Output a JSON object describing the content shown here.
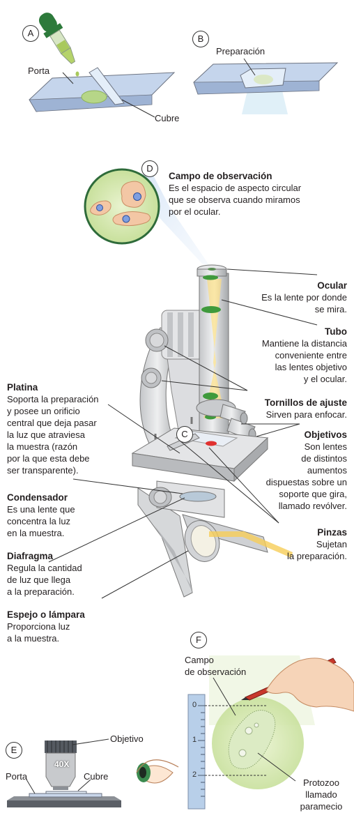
{
  "panels": {
    "a": {
      "letter": "A",
      "porta": "Porta",
      "cubre": "Cubre"
    },
    "b": {
      "letter": "B",
      "preparacion": "Preparación"
    },
    "c": {
      "letter": "C"
    },
    "d": {
      "letter": "D",
      "title": "Campo de observación",
      "text": "Es el espacio de aspecto circular\nque se observa cuando miramos\npor el ocular."
    },
    "e": {
      "letter": "E",
      "objetivo": "Objetivo",
      "porta": "Porta",
      "cubre": "Cubre",
      "lens": "40X"
    },
    "f": {
      "letter": "F",
      "campo": "Campo\nde observación",
      "protozoo": "Protozoo\nllamado\nparamecio",
      "ticks": [
        "0",
        "1",
        "2"
      ]
    }
  },
  "parts": {
    "ocular": {
      "title": "Ocular",
      "text": "Es la lente por donde\nse mira."
    },
    "tubo": {
      "title": "Tubo",
      "text": "Mantiene la distancia\nconveniente entre\nlas lentes objetivo\ny el ocular."
    },
    "tornillos": {
      "title": "Tornillos de ajuste",
      "text": "Sirven para enfocar."
    },
    "objetivos": {
      "title": "Objetivos",
      "text": "Son lentes\nde distintos\naumentos\ndispuestas sobre un\nsoporte que gira,\nllamado revólver."
    },
    "pinzas": {
      "title": "Pinzas",
      "text": "Sujetan\nla preparación."
    },
    "platina": {
      "title": "Platina",
      "text": "Soporta la preparación\ny posee un orificio\ncentral que deja pasar\nla luz que atraviesa\nla muestra (razón\npor la que esta debe\nser transparente)."
    },
    "condensador": {
      "title": "Condensador",
      "text": "Es una lente que\nconcentra la luz\nen la muestra."
    },
    "diafragma": {
      "title": "Diafragma",
      "text": "Regula la cantidad\nde luz que llega\na la preparación."
    },
    "espejo": {
      "title": "Espejo o lámpara",
      "text": "Proporciona luz\na la muestra."
    }
  },
  "colors": {
    "metal": "#d9dadc",
    "metal_dark": "#a9abae",
    "glass": "#c7d9ef",
    "light": "#f9d87a",
    "green": "#3f9a3c",
    "sample": "#cfe3a6"
  }
}
